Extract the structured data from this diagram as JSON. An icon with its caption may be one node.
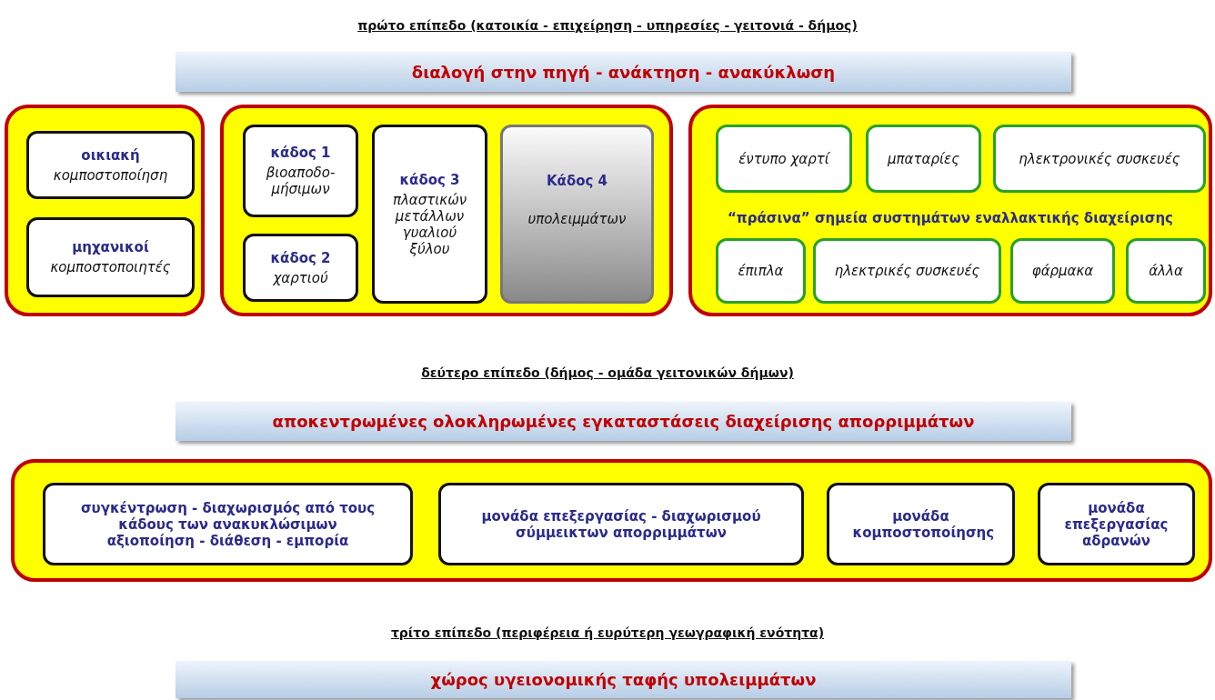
{
  "diagram": {
    "nodes": [
      {
        "text": [
          "διαλογή στην πηγή - ανάκτηση - ανακύκλωση"
        ]
      },
      {
        "text": [],
        "shape": "box"
      },
      {
        "text": [
          "οικιακή",
          "κομποστοποίηση"
        ],
        "in": 1
      },
      {
        "text": [
          "μηχανικοί",
          "κομποστοποιητές"
        ],
        "in": 1
      },
      {
        "text": [],
        "shape": "box"
      },
      {
        "text": [
          "κάδος 1",
          "βιοαποδο- μήσιμων"
        ],
        "in": 4
      },
      {
        "text": [
          "κάδος 2",
          "χαρτιού"
        ],
        "in": 4
      },
      {
        "text": [
          "κάδος 3",
          "πλαστικών μετάλλων γυαλιού ξύλου"
        ],
        "in": 4
      },
      {
        "text": [
          "Κάδος 4",
          "υπολειμμάτων"
        ],
        "in": 4
      },
      {
        "text": [
          "“πράσινα” σημεία συστημάτων εναλλακτικής διαχείρισης"
        ]
      },
      {
        "text": [
          "έντυπο χαρτί"
        ],
        "in": 9
      },
      {
        "text": [
          "μπαταρίες"
        ],
        "in": 9
      },
      {
        "text": [
          "ηλεκτρονικές συσκευές"
        ],
        "in": 9
      },
      {
        "text": [
          "έπιπλα"
        ],
        "in": 9
      },
      {
        "text": [
          "ηλεκτρικές συσκευές"
        ],
        "in": 9
      },
      {
        "text": [
          "φάρμακα"
        ],
        "in": 9
      },
      {
        "text": [
          "άλλα"
        ],
        "in": 9
      },
      {
        "text": [
          "αποκεντρωμένες ολοκληρωμένες εγκαταστάσεις διαχείρισης απορριμμάτων"
        ]
      },
      {
        "text": [],
        "shape": "box"
      },
      {
        "text": [
          "συγκέντρωση - διαχωρισμός από τους κάδους των ανακυκλώσιμων αξιοποίηση - διάθεση - εμπορία"
        ],
        "in": 18
      },
      {
        "text": [
          "μονάδα επεξεργασίας - διαχωρισμού σύμμεικτων απορριμμάτων"
        ],
        "in": 18
      },
      {
        "text": [
          "μονάδα κομποστοποίησης"
        ],
        "in": 18
      },
      {
        "text": [
          "μονάδα επεξεργασίας αδρανών"
        ],
        "in": 18
      },
      {
        "text": [
          "χώρος υγειονομικής ταφής υπολειμμάτων"
        ]
      }
    ],
    "labels": [
      "πρώτο επίπεδο (κατοικία - επιχείρηση - υπηρεσίες - γειτονιά - δήμος)",
      "δεύτερο επίπεδο (δήμος - ομάδα γειτονικών δήμων)",
      "τρίτο επίπεδο (περιφέρεια ή ευρύτερη γεωγραφική ενότητα)"
    ]
  }
}
